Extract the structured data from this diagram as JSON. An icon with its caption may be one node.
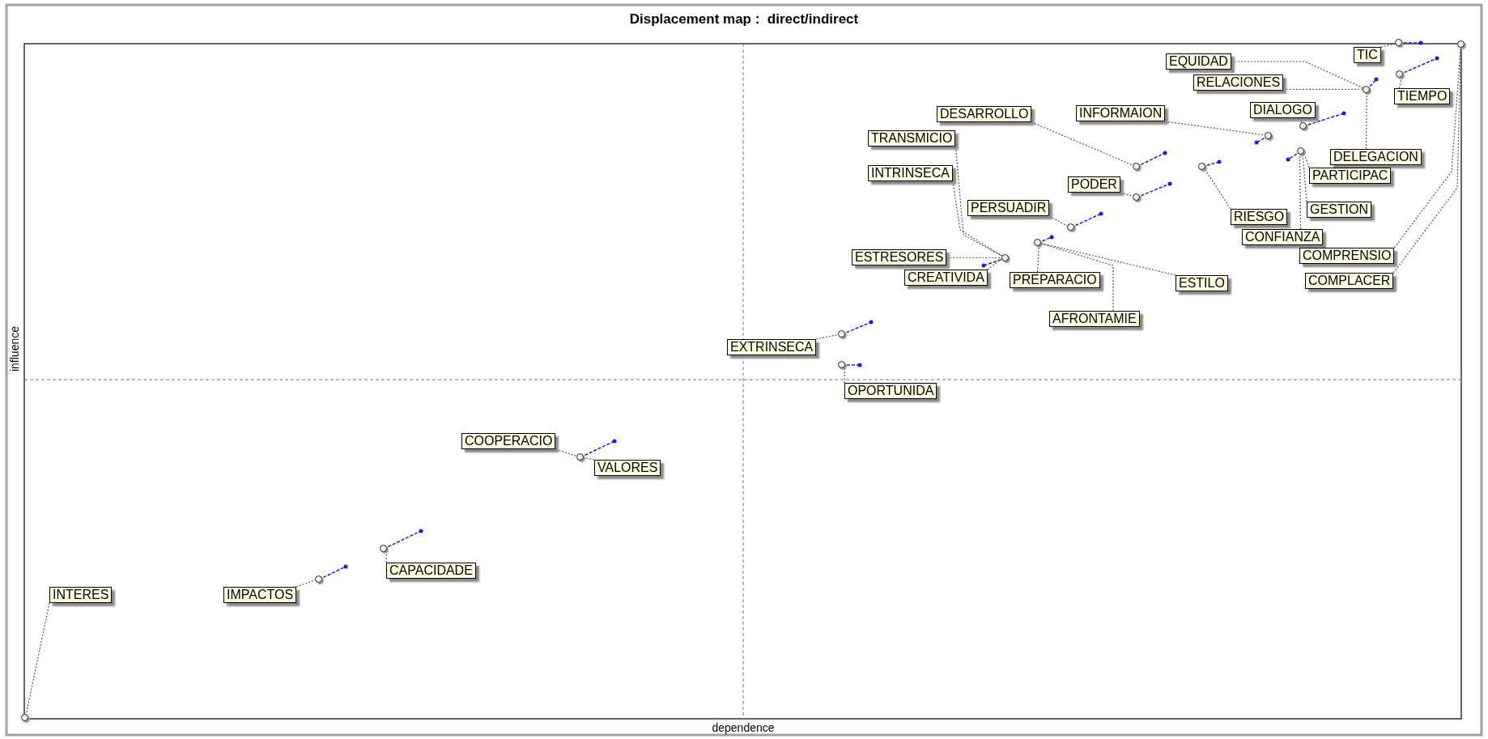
{
  "diagram": {
    "title": "Displacement map :  direct/indirect",
    "nodes": [
      {
        "text": [
          "TIC"
        ]
      },
      {
        "text": [
          "EQUIDAD"
        ]
      },
      {
        "text": [
          "RELACIONES"
        ]
      },
      {
        "text": [
          "TIEMPO"
        ]
      },
      {
        "text": [
          "DIALOGO"
        ]
      },
      {
        "text": [
          "INFORMAION"
        ]
      },
      {
        "text": [
          "DESARROLLO"
        ]
      },
      {
        "text": [
          "TRANSMICIO"
        ]
      },
      {
        "text": [
          "DELEGACION"
        ]
      },
      {
        "text": [
          "PARTICIPAC"
        ]
      },
      {
        "text": [
          "INTRINSECA"
        ]
      },
      {
        "text": [
          "PODER"
        ]
      },
      {
        "text": [
          "PERSUADIR"
        ]
      },
      {
        "text": [
          "GESTION"
        ]
      },
      {
        "text": [
          "RIESGO"
        ]
      },
      {
        "text": [
          "CONFIANZA"
        ]
      },
      {
        "text": [
          "COMPRENSIO"
        ]
      },
      {
        "text": [
          "ESTRESORES"
        ]
      },
      {
        "text": [
          "CREATIVIDA"
        ]
      },
      {
        "text": [
          "PREPARACIO"
        ]
      },
      {
        "text": [
          "COMPLACER"
        ]
      },
      {
        "text": [
          "ESTILO"
        ]
      },
      {
        "text": [
          "AFRONTAMIE"
        ]
      },
      {
        "text": [
          "EXTRINSECA"
        ]
      },
      {
        "text": [
          "OPORTUNIDA"
        ]
      },
      {
        "text": [
          "COOPERACIO"
        ]
      },
      {
        "text": [
          "VALORES"
        ]
      },
      {
        "text": [
          "CAPACIDADE"
        ]
      },
      {
        "text": [
          "IMPACTOS"
        ]
      },
      {
        "text": [
          "INTERES"
        ]
      },
      {
        "text": [],
        "shape": "circle"
      },
      {
        "text": [],
        "shape": "circle"
      },
      {
        "text": [],
        "shape": "circle"
      },
      {
        "text": [],
        "shape": "circle"
      },
      {
        "text": [],
        "shape": "circle"
      },
      {
        "text": [],
        "shape": "circle"
      },
      {
        "text": [],
        "shape": "circle"
      },
      {
        "text": [],
        "shape": "circle"
      },
      {
        "text": [],
        "shape": "circle"
      },
      {
        "text": [],
        "shape": "circle"
      },
      {
        "text": [],
        "shape": "circle"
      },
      {
        "text": [],
        "shape": "circle"
      },
      {
        "text": [],
        "shape": "circle"
      },
      {
        "text": [],
        "shape": "circle"
      },
      {
        "text": [],
        "shape": "circle"
      },
      {
        "text": [],
        "shape": "circle"
      },
      {
        "text": [],
        "shape": "circle"
      },
      {
        "text": [],
        "shape": "circle"
      },
      {
        "text": [],
        "shape": "circle"
      }
    ],
    "edges": [
      {
        "from": 0,
        "to": 30,
        "arrow": "none"
      },
      {
        "from": 1,
        "to": 33,
        "arrow": "none"
      },
      {
        "from": 2,
        "to": 33,
        "arrow": "none"
      },
      {
        "from": 3,
        "to": 32,
        "arrow": "none"
      },
      {
        "from": 4,
        "to": 34,
        "arrow": "none"
      },
      {
        "from": 5,
        "to": 35,
        "arrow": "none"
      },
      {
        "from": 6,
        "to": 38,
        "arrow": "none"
      },
      {
        "from": 7,
        "to": 42,
        "arrow": "none"
      },
      {
        "from": 8,
        "to": 33,
        "arrow": "none"
      },
      {
        "from": 9,
        "to": 36,
        "arrow": "none"
      },
      {
        "from": 10,
        "to": 42,
        "arrow": "none"
      },
      {
        "from": 11,
        "to": 39,
        "arrow": "none"
      },
      {
        "from": 12,
        "to": 40,
        "arrow": "none"
      },
      {
        "from": 13,
        "to": 36,
        "arrow": "none"
      },
      {
        "from": 14,
        "to": 37,
        "arrow": "none"
      },
      {
        "from": 15,
        "to": 36,
        "arrow": "none"
      },
      {
        "from": 16,
        "to": 31,
        "arrow": "none"
      },
      {
        "from": 17,
        "to": 42,
        "arrow": "none"
      },
      {
        "from": 18,
        "to": 42,
        "arrow": "none"
      },
      {
        "from": 19,
        "to": 41,
        "arrow": "none"
      },
      {
        "from": 20,
        "to": 31,
        "arrow": "none"
      },
      {
        "from": 21,
        "to": 41,
        "arrow": "none"
      },
      {
        "from": 22,
        "to": 41,
        "arrow": "none"
      },
      {
        "from": 23,
        "to": 43,
        "arrow": "none"
      },
      {
        "from": 24,
        "to": 44,
        "arrow": "none"
      },
      {
        "from": 25,
        "to": 45,
        "arrow": "none"
      },
      {
        "from": 26,
        "to": 45,
        "arrow": "none"
      },
      {
        "from": 27,
        "to": 46,
        "arrow": "none"
      },
      {
        "from": 28,
        "to": 47,
        "arrow": "none"
      },
      {
        "from": 29,
        "to": 48,
        "arrow": "none"
      }
    ],
    "labels": [
      "influence",
      "dependence"
    ]
  }
}
